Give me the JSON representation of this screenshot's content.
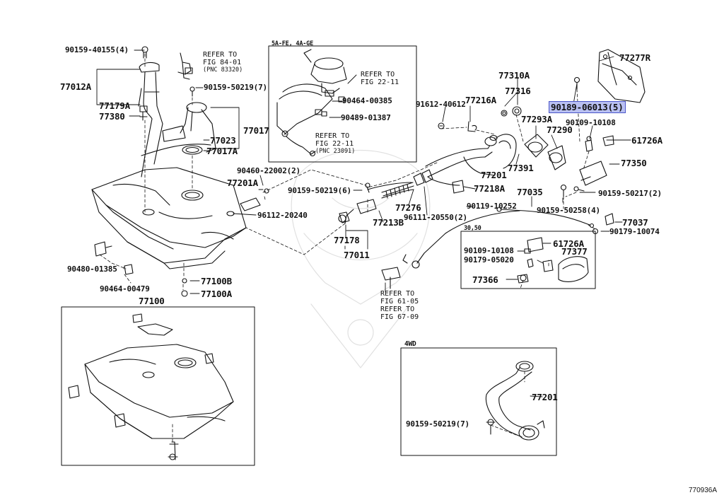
{
  "colors": {
    "ink": "#111111",
    "highlight_fill": "#b9c0f2",
    "highlight_border": "#4a55c8",
    "paper": "#ffffff"
  },
  "insets": {
    "engine": "5A-FE, 4A-GE",
    "wd4": "4WD",
    "variant": "30,50"
  },
  "labels": {
    "p90159_40155": "90159-40155(4)",
    "p77012A": "77012A",
    "p77179A": "77179A",
    "p77380": "77380",
    "p90159_50219_7a": "90159-50219(7)",
    "p77017": "77017",
    "p77023": "77023",
    "p77017A": "77017A",
    "p90464_00385": "90464-00385",
    "p90489_01387": "90489-01387",
    "p90460_22002": "90460-22002(2)",
    "p77201A": "77201A",
    "p90159_50219_6": "90159-50219(6)",
    "p96112_20240": "96112-20240",
    "p90480_01385": "90480-01385",
    "p90464_00479": "90464-00479",
    "p77100B": "77100B",
    "p77100A": "77100A",
    "p77100": "77100",
    "p91612_40612": "91612-40612",
    "p77216A": "77216A",
    "p77310A": "77310A",
    "p77316": "77316",
    "p77293A": "77293A",
    "p77290": "77290",
    "p90189_06013": "90189-06013(5)",
    "p77277R": "77277R",
    "p90109_10108a": "90109-10108",
    "p61726A_a": "61726A",
    "p77350": "77350",
    "p77391": "77391",
    "p77201_main": "77201",
    "p77218A": "77218A",
    "p77035": "77035",
    "p90159_50217": "90159-50217(2)",
    "p77276": "77276",
    "p96111_20550": "96111-20550(2)",
    "p90119_10252": "90119-10252",
    "p90159_50258": "90159-50258(4)",
    "p77037": "77037",
    "p90179_10074": "90179-10074",
    "p77178": "77178",
    "p77213B": "77213B",
    "p77011": "77011",
    "p61726A_b": "61726A",
    "p90109_10108b": "90109-10108",
    "p77377": "77377",
    "p90179_05020": "90179-05020",
    "p77366": "77366",
    "p77201_4wd": "77201",
    "p90159_50219_7b": "90159-50219(7)"
  },
  "refs": {
    "fig84": [
      "REFER TO",
      "FIG 84-01",
      "(PNC 83320)"
    ],
    "fig22a": [
      "REFER TO",
      "FIG 22-11"
    ],
    "fig22b": [
      "REFER TO",
      "FIG 22-11",
      "(PNC 23091)"
    ],
    "fig61": [
      "REFER TO",
      "FIG 61-05",
      "REFER TO",
      "FIG 67-09"
    ]
  },
  "catalog_code": "770936A",
  "highlighted_part": "90189-06013(5)"
}
